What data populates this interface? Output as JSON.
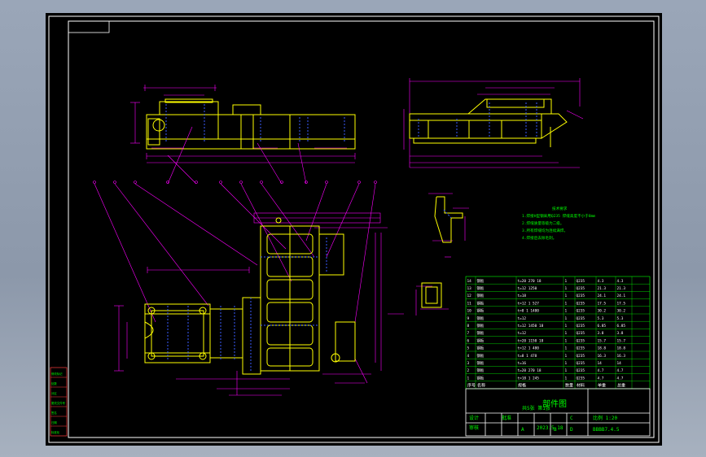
{
  "drawing": {
    "title": "部件图",
    "sheet": "共5张 第1张",
    "code": "BBBB7.4.5",
    "scale": "比例 1:20",
    "date": "2023.5.18",
    "colors": {
      "frame": "#ffffff",
      "outline": "#ffff00",
      "dimension": "#ff00ff",
      "hidden": "#3a5cff",
      "text": "#00ff00",
      "table": "#00ff00",
      "leader": "#ff00ff"
    },
    "notes": [
      "技术要求",
      "1.焊接H型钢采用Q235 焊缝高度不小于8mm",
      "2.焊缝质量等级为二级。",
      "3.所有焊缝均为连续满焊。",
      "4.焊接后去除毛刺。"
    ],
    "bom_rows": [
      {
        "no": "14",
        "name": "钢板",
        "spec": "t=20 270 18",
        "qty": "1",
        "mat": "Q235",
        "w1": "4.3",
        "w2": "4.3"
      },
      {
        "no": "13",
        "name": "钢板",
        "spec": "t=12 1250",
        "qty": "1",
        "mat": "Q235",
        "w1": "21.3",
        "w2": "21.3"
      },
      {
        "no": "12",
        "name": "钢板",
        "spec": "t=18",
        "qty": "1",
        "mat": "Q235",
        "w1": "24.1",
        "w2": "24.1"
      },
      {
        "no": "11",
        "name": "钢板",
        "spec": "t=12 1 527",
        "qty": "1",
        "mat": "Q235",
        "w1": "17.5",
        "w2": "17.5"
      },
      {
        "no": "10",
        "name": "钢板",
        "spec": "t=8 1 1480",
        "qty": "1",
        "mat": "Q235",
        "w1": "30.2",
        "w2": "30.2"
      },
      {
        "no": "9",
        "name": "钢板",
        "spec": "t=12",
        "qty": "1",
        "mat": "Q235",
        "w1": "5.3",
        "w2": "5.3"
      },
      {
        "no": "8",
        "name": "钢板",
        "spec": "t=12 1450 18",
        "qty": "1",
        "mat": "Q235",
        "w1": "6.85",
        "w2": "6.85"
      },
      {
        "no": "7",
        "name": "钢板",
        "spec": "t=12",
        "qty": "1",
        "mat": "Q235",
        "w1": "3.8",
        "w2": "3.8"
      },
      {
        "no": "6",
        "name": "钢板",
        "spec": "t=20 1150 18",
        "qty": "1",
        "mat": "Q235",
        "w1": "15.7",
        "w2": "15.7"
      },
      {
        "no": "5",
        "name": "钢板",
        "spec": "t=12 1 480",
        "qty": "1",
        "mat": "Q235",
        "w1": "18.8",
        "w2": "18.8"
      },
      {
        "no": "4",
        "name": "钢板",
        "spec": "t=8 1 478",
        "qty": "1",
        "mat": "Q235",
        "w1": "16.3",
        "w2": "16.3"
      },
      {
        "no": "3",
        "name": "钢板",
        "spec": "t=16",
        "qty": "1",
        "mat": "Q235",
        "w1": "14",
        "w2": "14"
      },
      {
        "no": "2",
        "name": "钢板",
        "spec": "t=20 270 18",
        "qty": "1",
        "mat": "Q235",
        "w1": "4.7",
        "w2": "4.7"
      },
      {
        "no": "1",
        "name": "钢板",
        "spec": "t=18 1 245",
        "qty": "1",
        "mat": "Q235",
        "w1": "4.7",
        "w2": "4.7"
      }
    ],
    "bom_header": [
      "序号",
      "名称",
      "规格",
      "数量",
      "材料",
      "单重",
      "总重"
    ],
    "title_block": {
      "design": "设计",
      "check": "审核",
      "approve": "批准",
      "marks": [
        "A",
        "B",
        "C",
        "D"
      ]
    },
    "left_strip": [
      "修改标记",
      "处数",
      "分区",
      "更改文件号",
      "签名",
      "日期",
      "标准化"
    ]
  }
}
